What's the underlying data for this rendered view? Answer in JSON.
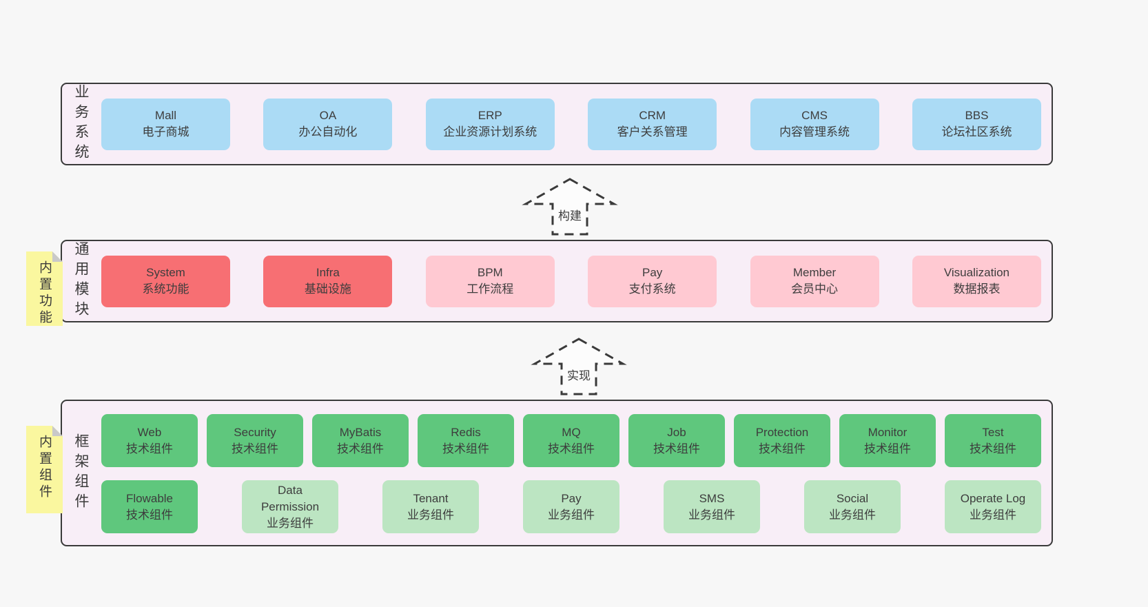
{
  "colors": {
    "page_bg": "#f7f7f7",
    "band_bg": "#f8eef7",
    "band_border": "#3a3a3a",
    "blue_node": "#abdbf5",
    "red_node": "#f76f73",
    "pink_node": "#ffc9d2",
    "green_node": "#5fc77d",
    "light_green_node": "#bce5c2",
    "sticky_note": "#faf79f",
    "note_fold": "#c9c9c9",
    "text": "#3d3d3d"
  },
  "bands": {
    "business": {
      "side_label": "业务系统",
      "boxes": [
        {
          "name": "Mall",
          "subtitle": "电子商城"
        },
        {
          "name": "OA",
          "subtitle": "办公自动化"
        },
        {
          "name": "ERP",
          "subtitle": "企业资源计划系统"
        },
        {
          "name": "CRM",
          "subtitle": "客户关系管理"
        },
        {
          "name": "CMS",
          "subtitle": "内容管理系统"
        },
        {
          "name": "BBS",
          "subtitle": "论坛社区系统"
        }
      ]
    },
    "modules": {
      "side_label": "通用模块",
      "sticky_note": "内置功能",
      "boxes": [
        {
          "name": "System",
          "subtitle": "系统功能"
        },
        {
          "name": "Infra",
          "subtitle": "基础设施"
        },
        {
          "name": "BPM",
          "subtitle": "工作流程"
        },
        {
          "name": "Pay",
          "subtitle": "支付系统"
        },
        {
          "name": "Member",
          "subtitle": "会员中心"
        },
        {
          "name": "Visualization",
          "subtitle": "数据报表"
        }
      ]
    },
    "components": {
      "side_label": "框架组件",
      "sticky_note": "内置组件",
      "row1": [
        {
          "name": "Web",
          "subtitle": "技术组件"
        },
        {
          "name": "Security",
          "subtitle": "技术组件"
        },
        {
          "name": "MyBatis",
          "subtitle": "技术组件"
        },
        {
          "name": "Redis",
          "subtitle": "技术组件"
        },
        {
          "name": "MQ",
          "subtitle": "技术组件"
        },
        {
          "name": "Job",
          "subtitle": "技术组件"
        },
        {
          "name": "Protection",
          "subtitle": "技术组件"
        },
        {
          "name": "Monitor",
          "subtitle": "技术组件"
        }
      ],
      "row2": [
        {
          "name": "Test",
          "subtitle": "技术组件"
        },
        {
          "name": "Flowable",
          "subtitle": "技术组件"
        },
        {
          "name": "Data Permission",
          "subtitle": "业务组件"
        },
        {
          "name": "Tenant",
          "subtitle": "业务组件"
        },
        {
          "name": "Pay",
          "subtitle": "业务组件"
        },
        {
          "name": "SMS",
          "subtitle": "业务组件"
        },
        {
          "name": "Social",
          "subtitle": "业务组件"
        },
        {
          "name": "Operate Log",
          "subtitle": "业务组件"
        }
      ]
    }
  },
  "arrows": {
    "build": {
      "label": "构建"
    },
    "implement": {
      "label": "实现"
    }
  }
}
